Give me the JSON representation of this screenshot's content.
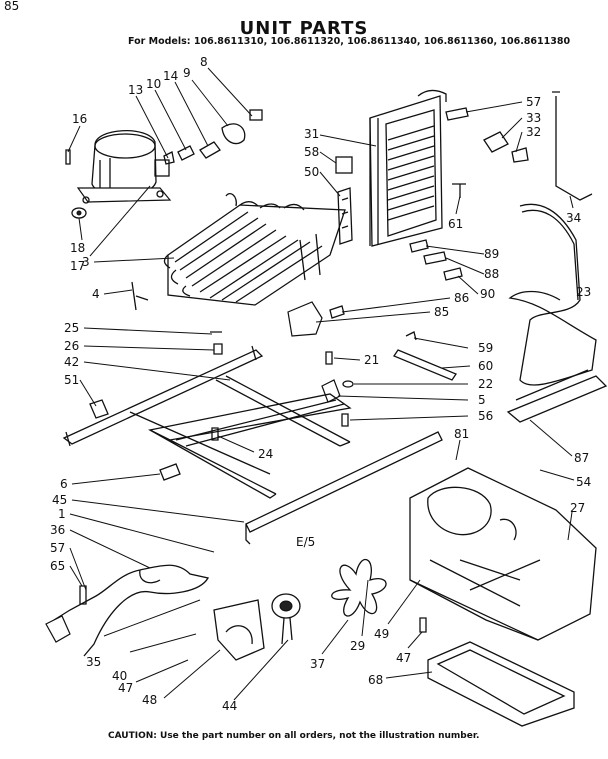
{
  "header": {
    "title": "UNIT PARTS",
    "models": "For Models: 106.8611310, 106.8611320, 106.8611340, 106.8611360, 106.8611380",
    "corner_mark": "85"
  },
  "footer": {
    "caution": "CAUTION: Use the part number on all orders, not the illustration number."
  },
  "figure_mark": "E/5",
  "callouts": [
    "8",
    "9",
    "14",
    "10",
    "13",
    "16",
    "18",
    "17",
    "31",
    "58",
    "50",
    "57",
    "33",
    "32",
    "61",
    "34",
    "89",
    "88",
    "90",
    "3",
    "4",
    "86",
    "85",
    "23",
    "25",
    "26",
    "42",
    "51",
    "21",
    "59",
    "60",
    "22",
    "5",
    "56",
    "24",
    "81",
    "87",
    "54",
    "6",
    "45",
    "1",
    "36",
    "57",
    "65",
    "27",
    "35",
    "40",
    "47",
    "48",
    "44",
    "37",
    "29",
    "49",
    "47",
    "68"
  ]
}
